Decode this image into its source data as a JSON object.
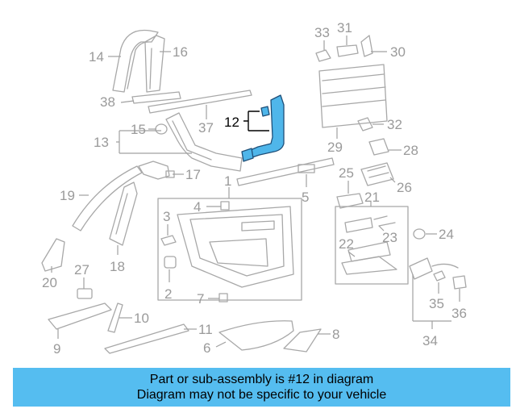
{
  "callouts": {
    "c1": "1",
    "c2": "2",
    "c3": "3",
    "c4": "4",
    "c5": "5",
    "c6": "6",
    "c7": "7",
    "c8": "8",
    "c9": "9",
    "c10": "10",
    "c11": "11",
    "c12": "12",
    "c13": "13",
    "c14": "14",
    "c15": "15",
    "c16": "16",
    "c17": "17",
    "c18": "18",
    "c19": "19",
    "c20": "20",
    "c21": "21",
    "c22": "22",
    "c23": "23",
    "c24": "24",
    "c25": "25",
    "c26": "26",
    "c27": "27",
    "c28": "28",
    "c29": "29",
    "c30": "30",
    "c31": "31",
    "c32": "32",
    "c33": "33",
    "c34": "34",
    "c35": "35",
    "c36": "36",
    "c37": "37",
    "c38": "38"
  },
  "highlight": {
    "part_number": "12",
    "color": "#4fb6ea"
  },
  "banner": {
    "line1": "Part or sub-assembly is #12 in diagram",
    "line2": "Diagram may not be specific to your vehicle",
    "background": "#55bdf0"
  }
}
